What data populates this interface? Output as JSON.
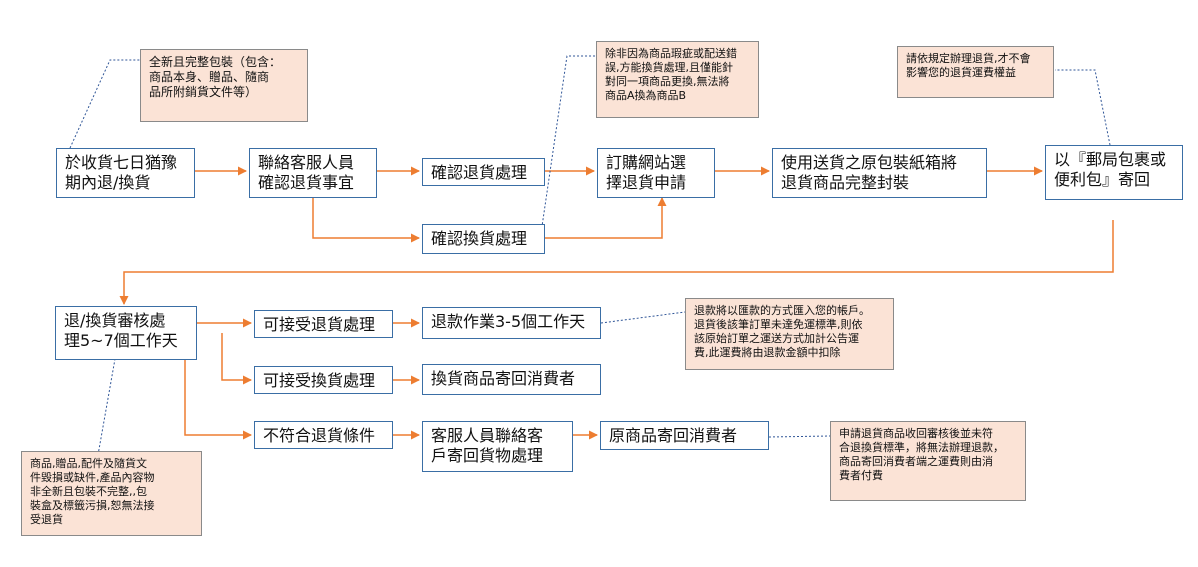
{
  "colors": {
    "arrow": "#ed7d31",
    "box_border": "#3a6ea5",
    "note_fill": "#fbe3d6",
    "leader": "#2f5597"
  },
  "steps": {
    "s1": "於收貨七日猶豫\n期內退/換貨",
    "s2": "聯絡客服人員\n確認退貨事宜",
    "s3": "確認退貨處理",
    "s4": "確認換貨處理",
    "s5": "訂購網站選\n擇退貨申請",
    "s6": "使用送貨之原包裝紙箱將\n退貨商品完整封裝",
    "s7": "以『郵局包裹或\n便利包』寄回",
    "s8": "退/換貨審核處\n理5~7個工作天",
    "s9": "可接受退貨處理",
    "s10": "退款作業3-5個工作天",
    "s11": "可接受換貨處理",
    "s12": "換貨商品寄回消費者",
    "s13": "不符合退貨條件",
    "s14": "客服人員聯絡客\n戶寄回貨物處理",
    "s15": "原商品寄回消費者"
  },
  "notes": {
    "n1": "全新且完整包裝（包含：\n商品本身、贈品、隨商\n品所附銷貨文件等）",
    "n2": "除非因為商品瑕疵或配送錯\n誤,方能換貨處理,且僅能針\n對同一項商品更換,無法將\n商品A換為商品B",
    "n3": "請依規定辦理退貨,才不會\n影響您的退貨運費權益",
    "n4": "退款將以匯款的方式匯入您的帳戶。\n退貨後該筆訂單未達免運標準,則依\n該原始訂單之運送方式加計公告運\n費,此運費將由退款金額中扣除",
    "n5": "商品,贈品,配件及隨貨文\n件毀損或缺件,產品內容物\n非全新且包裝不完整,,包\n裝盒及標籤污損,恕無法接\n受退貨",
    "n6": "申請退貨商品收回審核後並未符\n合退換貨標準，將無法辦理退款，\n商品寄回消費者端之運費則由消\n費者付費"
  }
}
